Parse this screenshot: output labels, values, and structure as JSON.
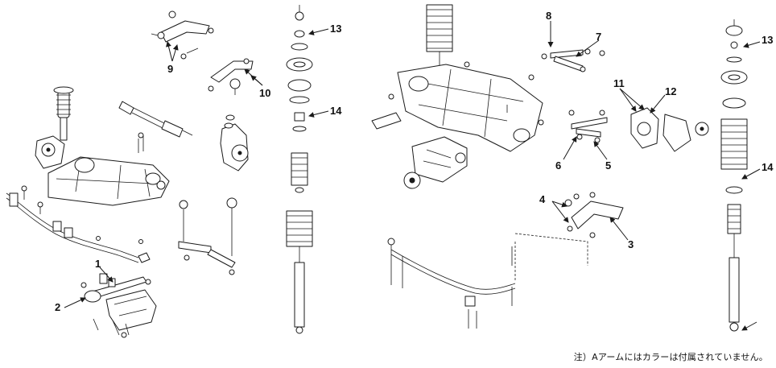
{
  "callouts": {
    "c1": "1",
    "c2": "2",
    "c3": "3",
    "c4": "4",
    "c5": "5",
    "c6": "6",
    "c7": "7",
    "c8": "8",
    "c9": "9",
    "c10": "10",
    "c11": "11",
    "c12": "12",
    "c13_front": "13",
    "c14_front": "14",
    "c13_rear": "13",
    "c14_rear": "14"
  },
  "footnote": "注）Aアームにはカラーは付属されていません。"
}
